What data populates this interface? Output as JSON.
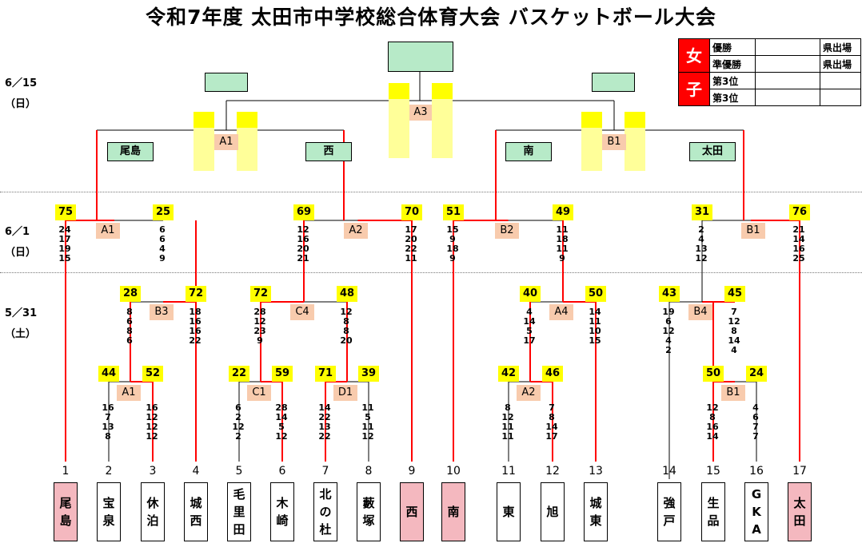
{
  "title": "令和7年度 太田市中学校総合体育大会 バスケットボール大会",
  "dates": [
    {
      "line1": "6／15",
      "line2": "（日）"
    },
    {
      "line1": "6／1",
      "line2": "（日）"
    },
    {
      "line1": "5／31",
      "line2": "（土）"
    }
  ],
  "results": {
    "sex": [
      "女",
      "子"
    ],
    "rows": [
      {
        "place": "優勝",
        "team": "",
        "note": "県出場"
      },
      {
        "place": "準優勝",
        "team": "",
        "note": "県出場"
      },
      {
        "place": "第3位",
        "team": "",
        "note": ""
      },
      {
        "place": "第3位",
        "team": "",
        "note": ""
      }
    ]
  },
  "teams": [
    {
      "num": "1",
      "name": "尾島",
      "pink": true
    },
    {
      "num": "2",
      "name": "宝泉",
      "pink": false
    },
    {
      "num": "3",
      "name": "休泊",
      "pink": false
    },
    {
      "num": "4",
      "name": "城西",
      "pink": false
    },
    {
      "num": "5",
      "name": "毛里田",
      "pink": false
    },
    {
      "num": "6",
      "name": "木崎",
      "pink": false
    },
    {
      "num": "7",
      "name": "北の杜",
      "pink": false
    },
    {
      "num": "8",
      "name": "藪塚",
      "pink": false
    },
    {
      "num": "9",
      "name": "西",
      "pink": true
    },
    {
      "num": "10",
      "name": "南",
      "pink": true
    },
    {
      "num": "11",
      "name": "東",
      "pink": false
    },
    {
      "num": "12",
      "name": "旭",
      "pink": false
    },
    {
      "num": "13",
      "name": "城東",
      "pink": false
    },
    {
      "num": "14",
      "name": "強戸",
      "pink": false
    },
    {
      "num": "15",
      "name": "生品",
      "pink": false
    },
    {
      "num": "16",
      "name": "GKA",
      "pink": false
    },
    {
      "num": "17",
      "name": "太田",
      "pink": true
    }
  ],
  "matches": [
    {
      "label": "A1",
      "left_score": "44",
      "right_score": "52",
      "left_sets": [
        "16",
        "7",
        "13",
        "8"
      ],
      "right_sets": [
        "16",
        "12",
        "12",
        "12"
      ]
    },
    {
      "label": "B3",
      "left_score": "28",
      "right_score": "72",
      "left_sets": [
        "8",
        "6",
        "8",
        "6"
      ],
      "right_sets": [
        "18",
        "16",
        "16",
        "22"
      ]
    },
    {
      "label": "C1",
      "left_score": "22",
      "right_score": "59",
      "left_sets": [
        "6",
        "2",
        "12",
        "2"
      ],
      "right_sets": [
        "28",
        "14",
        "5",
        "12"
      ]
    },
    {
      "label": "D1",
      "left_score": "71",
      "right_score": "39",
      "left_sets": [
        "14",
        "22",
        "13",
        "22"
      ],
      "right_sets": [
        "11",
        "5",
        "11",
        "12"
      ]
    },
    {
      "label": "C4",
      "left_score": "72",
      "right_score": "48",
      "left_sets": [
        "28",
        "12",
        "23",
        "9"
      ],
      "right_sets": [
        "12",
        "8",
        "8",
        "20"
      ]
    },
    {
      "label": "A2",
      "left_score": "42",
      "right_score": "46",
      "left_sets": [
        "8",
        "12",
        "11",
        "11"
      ],
      "right_sets": [
        "7",
        "8",
        "14",
        "17"
      ]
    },
    {
      "label": "A4",
      "left_score": "40",
      "right_score": "50",
      "left_sets": [
        "4",
        "14",
        "5",
        "17"
      ],
      "right_sets": [
        "14",
        "11",
        "10",
        "15"
      ]
    },
    {
      "label": "B1",
      "left_score": "50",
      "right_score": "24",
      "left_sets": [
        "12",
        "8",
        "16",
        "14"
      ],
      "right_sets": [
        "4",
        "6",
        "7",
        "7"
      ]
    },
    {
      "label": "B4",
      "left_score": "43",
      "right_score": "45",
      "left_sets": [
        "19",
        "6",
        "12",
        "4",
        "2"
      ],
      "right_sets": [
        "7",
        "12",
        "8",
        "14",
        "4"
      ]
    },
    {
      "label": "A1",
      "left_score": "75",
      "right_score": "25",
      "left_sets": [
        "24",
        "17",
        "19",
        "15"
      ],
      "right_sets": [
        "6",
        "6",
        "4",
        "9"
      ]
    },
    {
      "label": "A2",
      "left_score": "69",
      "right_score": "70",
      "left_sets": [
        "12",
        "16",
        "20",
        "21"
      ],
      "right_sets": [
        "17",
        "20",
        "22",
        "11"
      ]
    },
    {
      "label": "B2",
      "left_score": "51",
      "right_score": "49",
      "left_sets": [
        "15",
        "9",
        "18",
        "9"
      ],
      "right_sets": [
        "11",
        "18",
        "11",
        "9"
      ]
    },
    {
      "label": "B1",
      "left_score": "31",
      "right_score": "76",
      "left_sets": [
        "2",
        "4",
        "13",
        "12"
      ],
      "right_sets": [
        "21",
        "14",
        "16",
        "25"
      ]
    }
  ],
  "semis": [
    {
      "label": "A1",
      "left_team": "尾島",
      "right_team": "西"
    },
    {
      "label": "B1",
      "left_team": "南",
      "right_team": "太田"
    }
  ],
  "final": {
    "label": "A3"
  },
  "colors": {
    "red": "#ff0000",
    "yellow": "#ffff00",
    "pale_yellow": "#ffff99",
    "salmon": "#f8cbad",
    "pink": "#f4b8bf",
    "green": "#b7eac8"
  }
}
